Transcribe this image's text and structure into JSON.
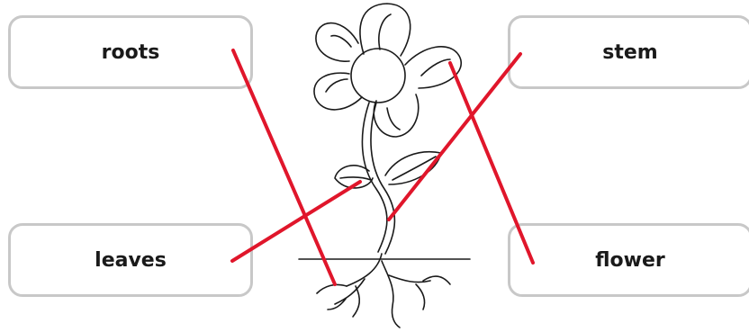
{
  "labels": {
    "roots": "roots",
    "leaves": "leaves",
    "stem": "stem",
    "flower": "flower"
  },
  "colors": {
    "match_line": "#e0162b",
    "box_border": "#c8c8c8",
    "drawing": "#1a1a1a"
  },
  "icons": [
    "flower-drawing-icon"
  ]
}
